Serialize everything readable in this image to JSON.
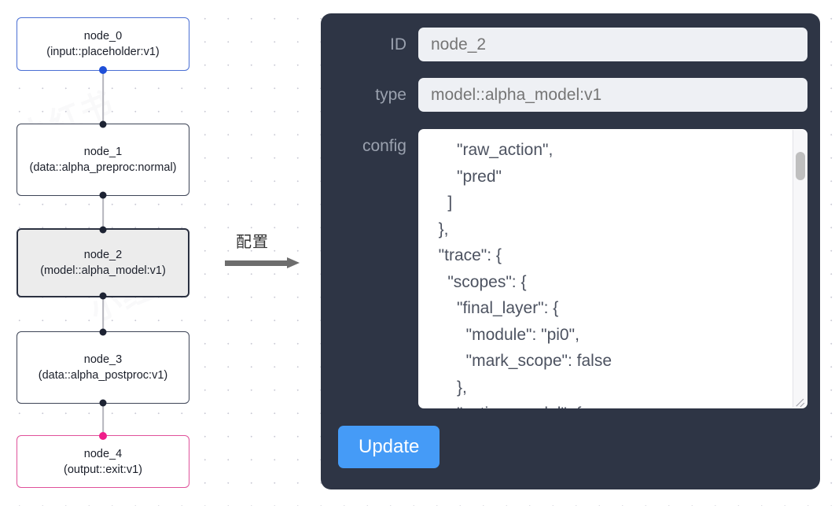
{
  "graph": {
    "background": "dotted-grid",
    "nodes": [
      {
        "id": "node_0",
        "label": "node_0",
        "type": "(input::placeholder:v1)",
        "variant": "input",
        "selected": false
      },
      {
        "id": "node_1",
        "label": "node_1",
        "type": "(data::alpha_preproc:normal)",
        "variant": "default",
        "selected": false
      },
      {
        "id": "node_2",
        "label": "node_2",
        "type": "(model::alpha_model:v1)",
        "variant": "default",
        "selected": true
      },
      {
        "id": "node_3",
        "label": "node_3",
        "type": "(data::alpha_postproc:v1)",
        "variant": "default",
        "selected": false
      },
      {
        "id": "node_4",
        "label": "node_4",
        "type": "(output::exit:v1)",
        "variant": "output",
        "selected": false
      }
    ],
    "edges": [
      {
        "from": "node_0",
        "to": "node_1"
      },
      {
        "from": "node_1",
        "to": "node_2"
      },
      {
        "from": "node_2",
        "to": "node_3"
      },
      {
        "from": "node_3",
        "to": "node_4"
      }
    ]
  },
  "annotation": {
    "label": "配置",
    "arrow": "right-arrow"
  },
  "inspector": {
    "id_field": {
      "label": "ID",
      "value": "node_2",
      "placeholder": "node_2"
    },
    "type_field": {
      "label": "type",
      "value": "model::alpha_model:v1",
      "placeholder": "model::alpha_model:v1"
    },
    "config_field": {
      "label": "config",
      "value": "      \"raw_action\",\n      \"pred\"\n    ]\n  },\n  \"trace\": {\n    \"scopes\": {\n      \"final_layer\": {\n        \"module\": \"pi0\",\n        \"mark_scope\": false\n      },\n      \"action_model\": {"
    },
    "update_button": {
      "label": "Update"
    }
  },
  "colors": {
    "panel_bg": "#2e3545",
    "input_bg": "#eef0f4",
    "accent_button": "#459bf7",
    "input_node_border": "#4a6fd4",
    "output_node_border": "#e0519a",
    "selected_node_bg": "#ececec",
    "edge": "#b5b5bd"
  },
  "watermarks": [
    "小红书",
    "AI",
    "设计"
  ]
}
